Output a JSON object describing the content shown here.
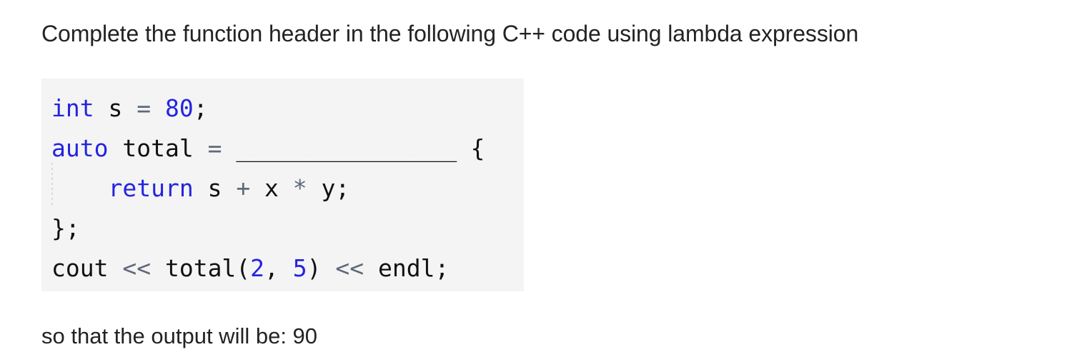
{
  "prompt": {
    "heading": "Complete the function header in the following C++ code using lambda expression"
  },
  "code_block": {
    "language": "C++",
    "background_color": "#f4f4f4",
    "keyword_color": "#2424e0",
    "number_color": "#2424e0",
    "operator_color": "#60697a",
    "plain_color": "#111111",
    "lines": [
      {
        "id": "line-1",
        "indented": false,
        "tokens": [
          {
            "text": "int",
            "type": "keyword"
          },
          {
            "text": " s ",
            "type": "plain"
          },
          {
            "text": "=",
            "type": "op"
          },
          {
            "text": " ",
            "type": "plain"
          },
          {
            "text": "80",
            "type": "number"
          },
          {
            "text": ";",
            "type": "plain"
          }
        ]
      },
      {
        "id": "line-2",
        "indented": false,
        "tokens": [
          {
            "text": "auto",
            "type": "keyword"
          },
          {
            "text": " total ",
            "type": "plain"
          },
          {
            "text": "=",
            "type": "op"
          },
          {
            "text": " ",
            "type": "plain"
          },
          {
            "text": "________________",
            "type": "blank"
          },
          {
            "text": " {",
            "type": "plain"
          }
        ]
      },
      {
        "id": "line-3",
        "indented": true,
        "tokens": [
          {
            "text": "    ",
            "type": "plain"
          },
          {
            "text": "return",
            "type": "keyword"
          },
          {
            "text": " s ",
            "type": "plain"
          },
          {
            "text": "+",
            "type": "op"
          },
          {
            "text": " x ",
            "type": "plain"
          },
          {
            "text": "*",
            "type": "op"
          },
          {
            "text": " y;",
            "type": "plain"
          }
        ]
      },
      {
        "id": "line-4",
        "indented": false,
        "tokens": [
          {
            "text": "};",
            "type": "plain"
          }
        ]
      },
      {
        "id": "line-5",
        "indented": false,
        "tokens": [
          {
            "text": "cout ",
            "type": "plain"
          },
          {
            "text": "<<",
            "type": "op"
          },
          {
            "text": " total(",
            "type": "plain"
          },
          {
            "text": "2",
            "type": "number"
          },
          {
            "text": ", ",
            "type": "plain"
          },
          {
            "text": "5",
            "type": "number"
          },
          {
            "text": ") ",
            "type": "plain"
          },
          {
            "text": "<<",
            "type": "op"
          },
          {
            "text": " endl;",
            "type": "plain"
          }
        ]
      }
    ]
  },
  "output_note": {
    "text": "so that the output will be: 90",
    "expected_output": "90"
  }
}
